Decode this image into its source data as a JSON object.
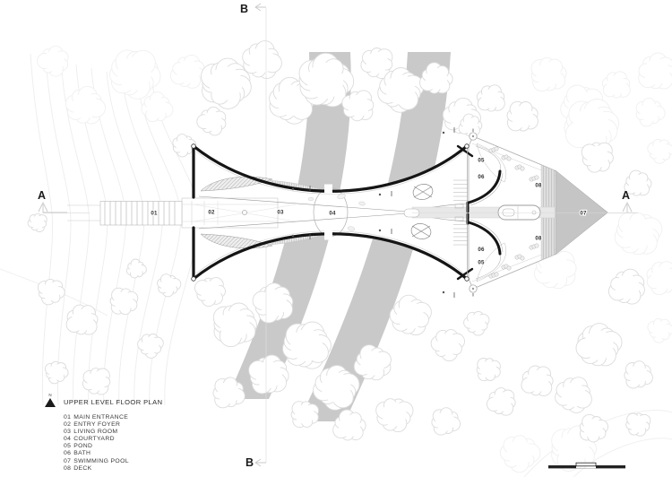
{
  "title_block": {
    "north_label": "N",
    "title": "UPPER LEVEL FLOOR PLAN"
  },
  "legend": {
    "items": [
      {
        "num": "01",
        "label": "MAIN ENTRANCE"
      },
      {
        "num": "02",
        "label": "ENTRY FOYER"
      },
      {
        "num": "03",
        "label": "LIVING ROOM"
      },
      {
        "num": "04",
        "label": "COURTYARD"
      },
      {
        "num": "05",
        "label": "POND"
      },
      {
        "num": "06",
        "label": "BATH"
      },
      {
        "num": "07",
        "label": "SWIMMING POOL"
      },
      {
        "num": "08",
        "label": "DECK"
      }
    ]
  },
  "section_markers": {
    "a_left": "A",
    "a_right": "A",
    "b_top": "B",
    "b_bottom": "B"
  },
  "plan": {
    "room_labels": [
      {
        "text": "01"
      },
      {
        "text": "02"
      },
      {
        "text": "03"
      },
      {
        "text": "04"
      },
      {
        "text": "05"
      },
      {
        "text": "06"
      },
      {
        "text": "06"
      },
      {
        "text": "05"
      },
      {
        "text": "08"
      },
      {
        "text": "08"
      },
      {
        "text": "07"
      }
    ]
  },
  "colors": {
    "wall": "#151515",
    "creek_band": "#c9c9c9",
    "pool_fill": "#c5c5c5",
    "tree_outline": "#dcdcdc"
  }
}
